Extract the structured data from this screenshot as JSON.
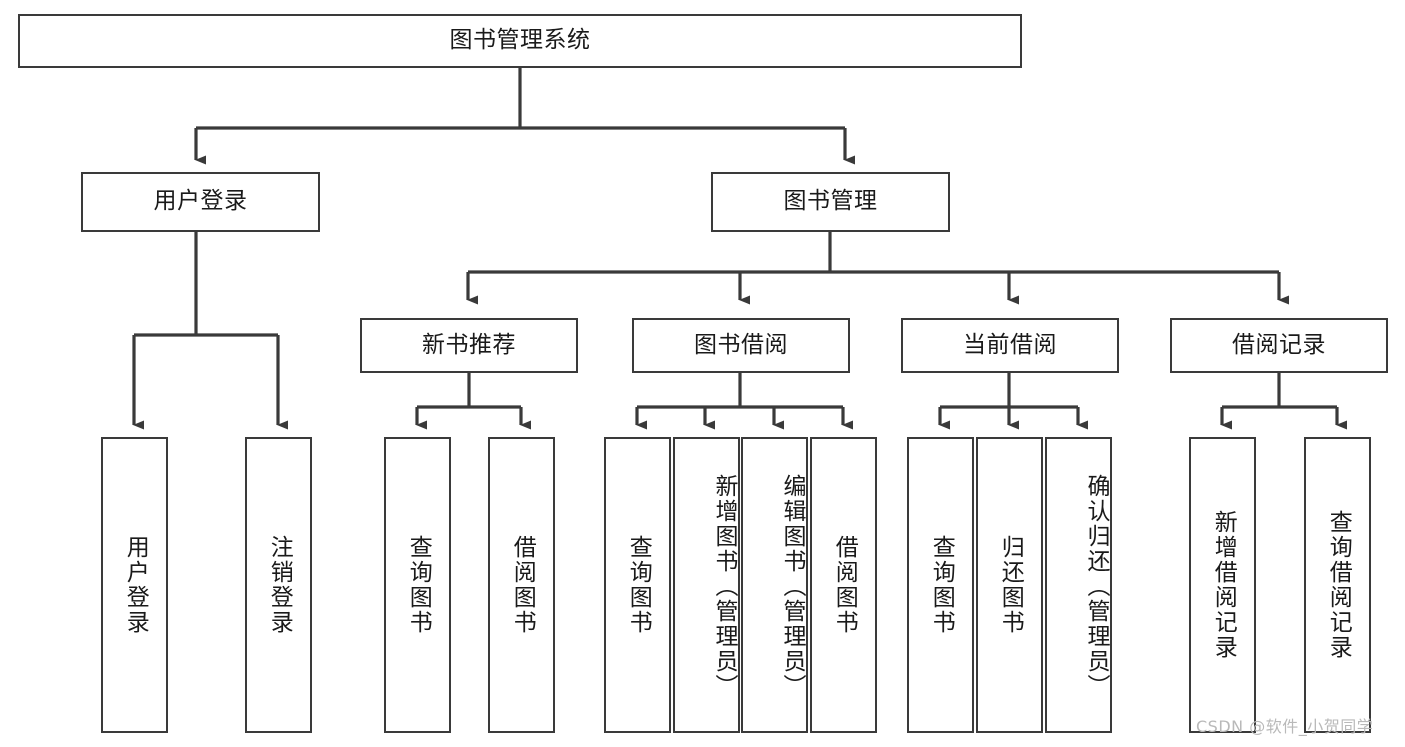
{
  "diagram": {
    "type": "tree-hierarchy",
    "title": "图书管理系统",
    "orientation": "top-down",
    "colors": {
      "box_border": "#3a3a3a",
      "box_fill": "#ffffff",
      "edge": "#3a3a3a",
      "text": "#1a1a1a",
      "watermark": "#b9b9b9",
      "background": "#ffffff"
    }
  },
  "root": {
    "label": "图书管理系统"
  },
  "level2": [
    {
      "label": "用户登录"
    },
    {
      "label": "图书管理"
    }
  ],
  "level3": [
    {
      "label": "新书推荐"
    },
    {
      "label": "图书借阅"
    },
    {
      "label": "当前借阅"
    },
    {
      "label": "借阅记录"
    }
  ],
  "leaves": {
    "user_login": [
      {
        "label": "用户登录"
      },
      {
        "label": "注销登录"
      }
    ],
    "new_book_recommend": [
      {
        "label": "查询图书"
      },
      {
        "label": "借阅图书"
      }
    ],
    "book_borrow": [
      {
        "label": "查询图书"
      },
      {
        "label": "新增图书（管理员）"
      },
      {
        "label": "编辑图书（管理员）"
      },
      {
        "label": "借阅图书"
      }
    ],
    "current_borrow": [
      {
        "label": "查询图书"
      },
      {
        "label": "归还图书"
      },
      {
        "label": "确认归还（管理员）"
      }
    ],
    "borrow_record": [
      {
        "label": "新增借阅记录"
      },
      {
        "label": "查询借阅记录"
      }
    ]
  },
  "watermark": {
    "text": "CSDN @软件_小贺同学"
  }
}
